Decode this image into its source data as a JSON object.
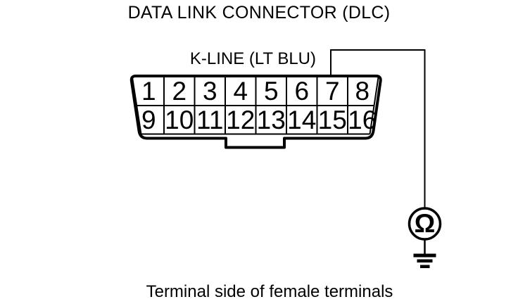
{
  "title": "DATA LINK CONNECTOR (DLC)",
  "connector": {
    "wire_label": "K-LINE (LT BLU)",
    "pins_top": [
      "1",
      "2",
      "3",
      "4",
      "5",
      "6",
      "7",
      "8"
    ],
    "pins_bottom": [
      "9",
      "10",
      "11",
      "12",
      "13",
      "14",
      "15",
      "16"
    ],
    "connected_pin": "7"
  },
  "meter": {
    "symbol": "Ω",
    "name": "ohmmeter"
  },
  "caption": "Terminal side of female terminals",
  "colors": {
    "line": "#000000",
    "background": "#ffffff"
  }
}
